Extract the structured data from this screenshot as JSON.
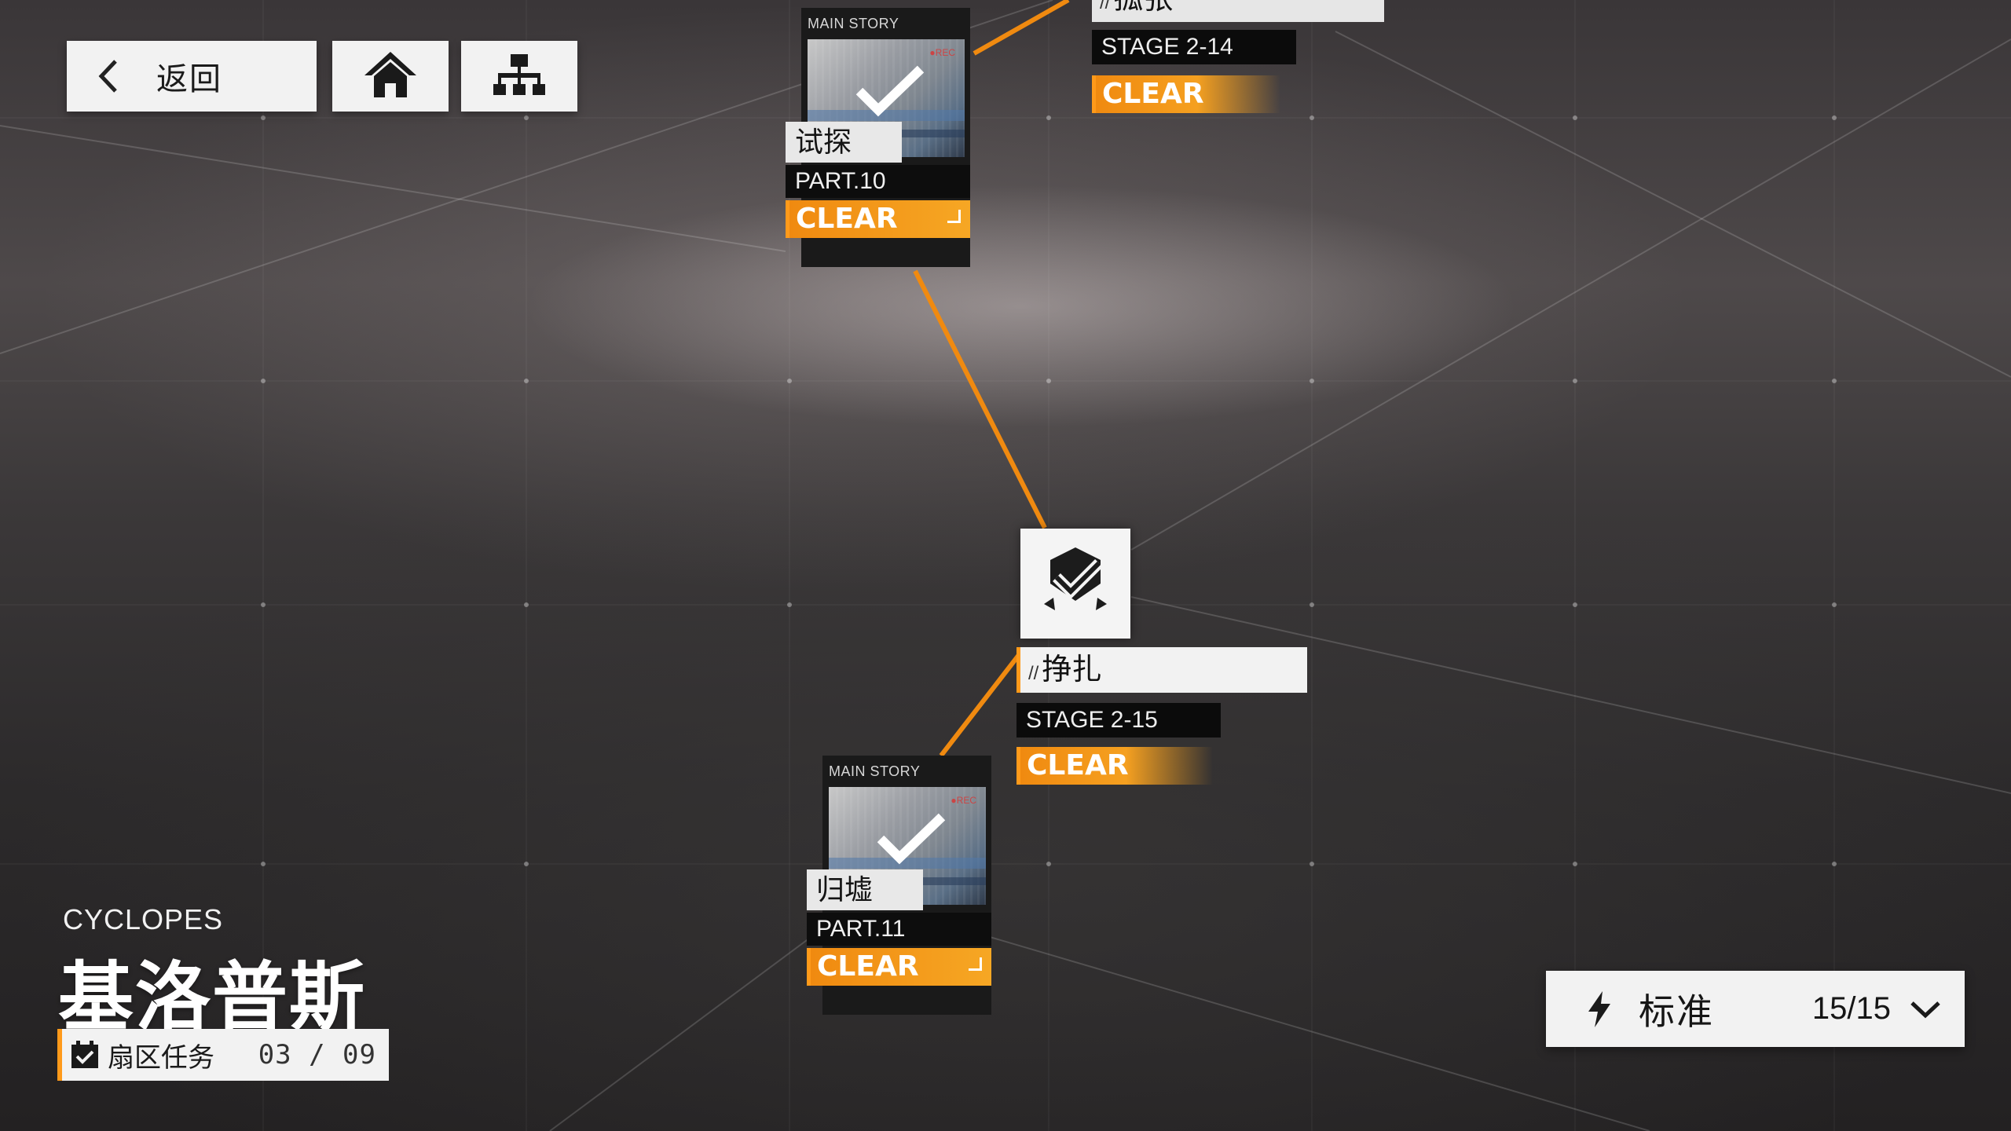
{
  "nav": {
    "back_label": "返回"
  },
  "nodes": {
    "part10": {
      "tag": "MAIN STORY",
      "name": "试探",
      "part": "PART.10",
      "status": "CLEAR",
      "rec": "●REC"
    },
    "part11": {
      "tag": "MAIN STORY",
      "name": "归墟",
      "part": "PART.11",
      "status": "CLEAR",
      "rec": "●REC"
    },
    "stage_2_14": {
      "prefix": "//",
      "name": "孤张",
      "code": "STAGE 2-14",
      "status": "CLEAR"
    },
    "stage_2_15": {
      "prefix": "//",
      "name": "挣扎",
      "code": "STAGE 2-15",
      "status": "CLEAR"
    }
  },
  "region": {
    "name_en": "CYCLOPES",
    "name_cn": "基洛普斯",
    "tasks_label": "扇区任务",
    "tasks_count": "03 / 09"
  },
  "difficulty": {
    "label": "标准",
    "count": "15/15"
  },
  "colors": {
    "accent": "#f5a020",
    "connector": "#f08a10",
    "panel": "#f2f2f2",
    "dark": "#0d0d0d"
  },
  "icons": [
    "chevron-left-icon",
    "home-icon",
    "sitemap-icon",
    "checkmark-icon",
    "stage-clear-icon",
    "calendar-check-icon",
    "lightning-icon",
    "chevron-down-icon"
  ]
}
